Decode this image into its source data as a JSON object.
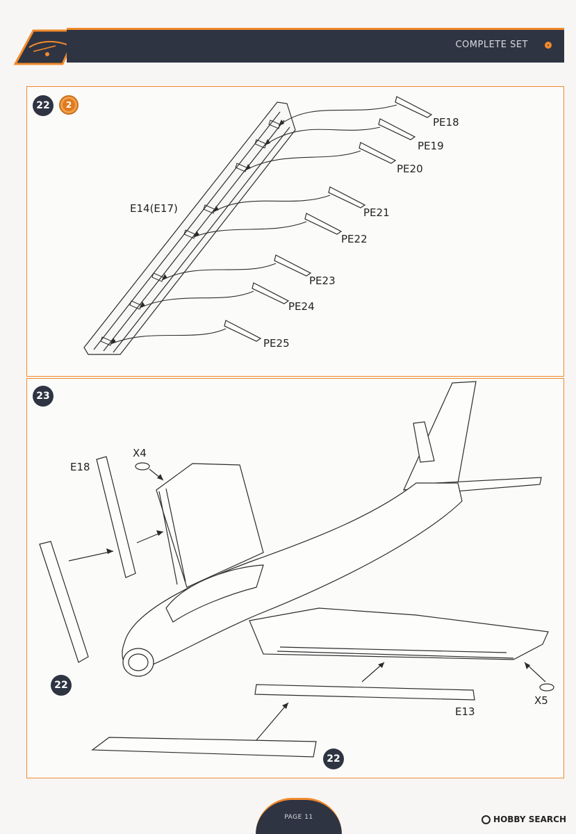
{
  "header": {
    "title": "COMPLETE SET"
  },
  "step_22": {
    "number": "22",
    "quantity": "2",
    "labels": {
      "main_part": "E14(E17)",
      "pe18": "PE18",
      "pe19": "PE19",
      "pe20": "PE20",
      "pe21": "PE21",
      "pe22": "PE22",
      "pe23": "PE23",
      "pe24": "PE24",
      "pe25": "PE25"
    }
  },
  "step_23": {
    "number": "23",
    "labels": {
      "e18": "E18",
      "x4": "X4",
      "x5": "X5",
      "e13": "E13"
    },
    "ref_left": "22",
    "ref_bottom": "22"
  },
  "footer": {
    "page": "PAGE 11"
  },
  "watermark": {
    "text": "HOBBY SEARCH"
  },
  "colors": {
    "accent": "#f28a2b",
    "dark": "#2f3442",
    "line": "#2b2b2b"
  }
}
